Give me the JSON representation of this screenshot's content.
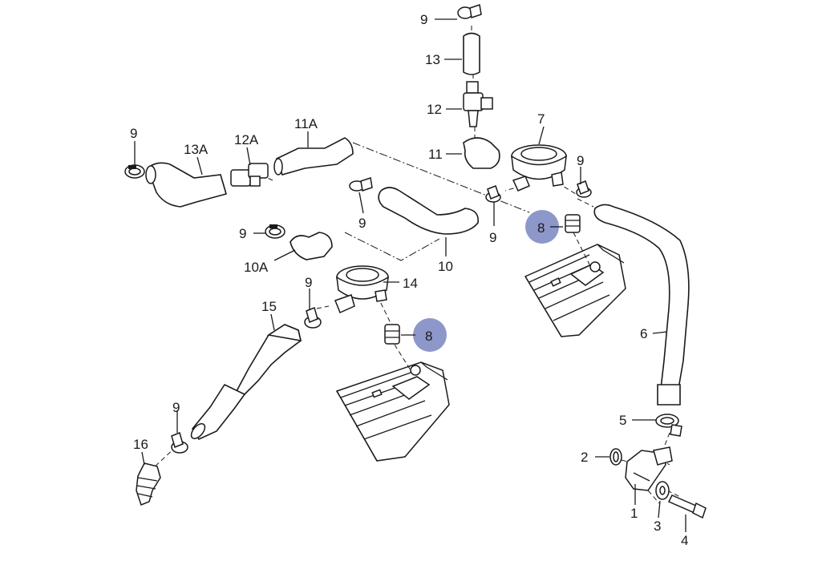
{
  "diagram": {
    "labels": {
      "l9a": "9",
      "l13": "13",
      "l12": "12",
      "l11": "11",
      "l7": "7",
      "l9b": "9",
      "l8a": "8",
      "l9c": "9",
      "l10": "10",
      "l9d": "9",
      "l9e": "9",
      "l10A": "10A",
      "l11A": "11A",
      "l12A": "12A",
      "l13A": "13A",
      "l9f": "9",
      "l14": "14",
      "l15": "15",
      "l9g": "9",
      "l8b": "8",
      "l6": "6",
      "l5": "5",
      "l2": "2",
      "l1": "1",
      "l3": "3",
      "l4": "4",
      "l16": "16",
      "l9h": "9"
    },
    "colors": {
      "line": "#1a1a1a",
      "highlight": "#8e97c9",
      "background": "#ffffff"
    }
  }
}
